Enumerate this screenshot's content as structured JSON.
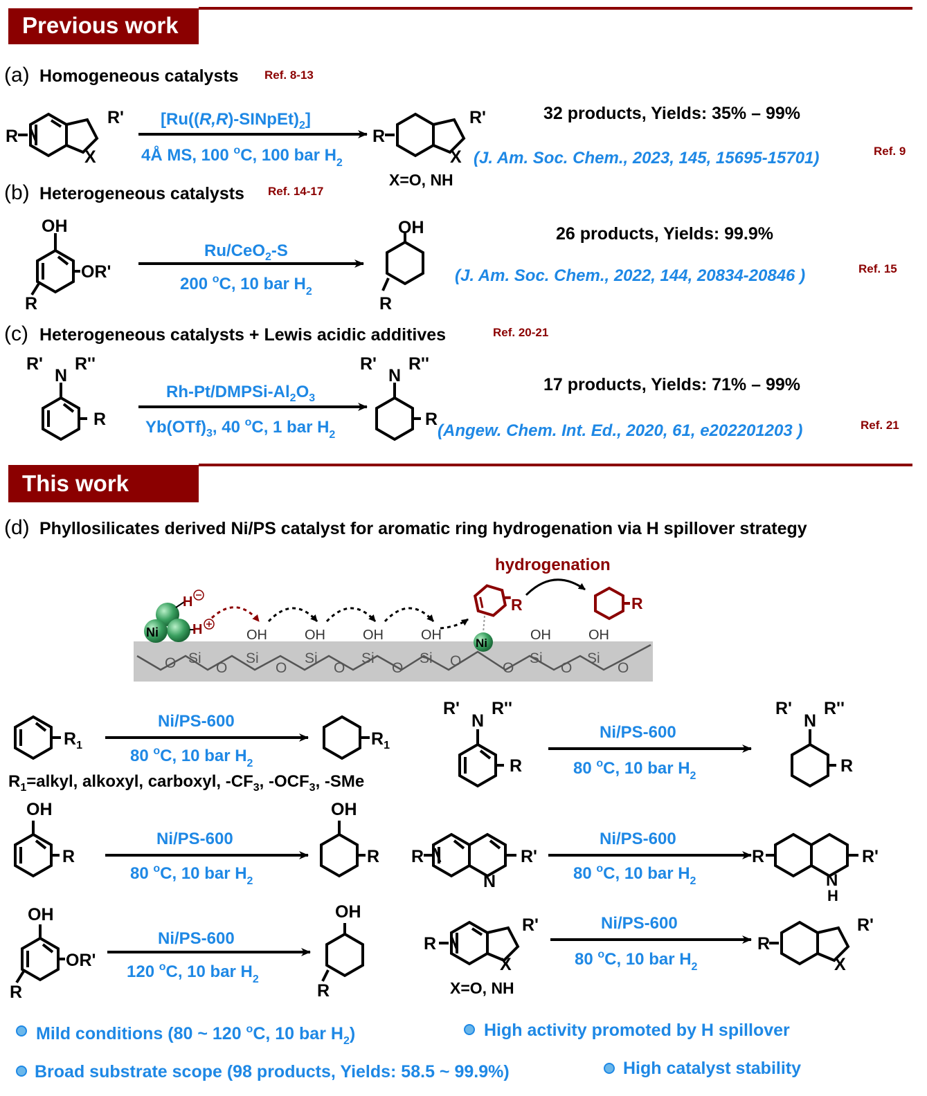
{
  "previous": {
    "header": "Previous work",
    "a": {
      "label": "(a)",
      "title": "Homogeneous catalysts",
      "ref": "Ref. 8-13",
      "catalyst_pre": "[Ru((",
      "catalyst_it": "R,R",
      "catalyst_post": ")-SINpEt)",
      "catalyst_sub": "2",
      "catalyst_end": "]",
      "cond_pre": "4Å MS, 100 ",
      "cond_sup": "o",
      "cond_mid": "C, 100 bar H",
      "cond_sub": "2",
      "xnote": "X=O, NH",
      "summary": "32 products, Yields: 35% – 99%",
      "citation": "(J. Am. Soc. Chem., 2023, 145, 15695-15701)",
      "cite_ref": "Ref. 9"
    },
    "b": {
      "label": "(b)",
      "title": "Heterogeneous catalysts",
      "ref": "Ref. 14-17",
      "catalyst_pre": "Ru/CeO",
      "catalyst_sub": "2",
      "catalyst_post": "-S",
      "cond_pre": "200 ",
      "cond_sup": "o",
      "cond_mid": "C, 10 bar H",
      "cond_sub": "2",
      "summary": "26 products, Yields: 99.9%",
      "citation": "(J. Am. Soc. Chem., 2022, 144, 20834-20846 )",
      "cite_ref": "Ref. 15"
    },
    "c": {
      "label": "(c)",
      "title": "Heterogeneous catalysts + Lewis acidic additives",
      "ref": "Ref. 20-21",
      "catalyst_pre": "Rh-Pt/DMPSi-Al",
      "catalyst_sub": "2",
      "catalyst_mid": "O",
      "catalyst_sub2": "3",
      "cond_pre": "Yb(OTf)",
      "cond_sub0": "3",
      "cond_a": ", 40 ",
      "cond_sup": "o",
      "cond_mid": "C, 1 bar H",
      "cond_sub": "2",
      "summary": "17 products, Yields: 71% – 99%",
      "citation": "(Angew. Chem. Int. Ed., 2020, 61, e202201203 )",
      "cite_ref": "Ref. 21"
    }
  },
  "this": {
    "header": "This work",
    "d": {
      "label": "(d)",
      "title": "Phyllosilicates derived Ni/PS catalyst for aromatic ring hydrogenation via H spillover strategy"
    },
    "mechanism": {
      "hydrogenation": "hydrogenation",
      "ni": "Ni",
      "h_minus": "H",
      "h_plus": "H",
      "oh": "OH",
      "si": "Si",
      "o": "O"
    },
    "catalyst": "Ni/PS-600",
    "cond80_pre": "80 ",
    "cond120_pre": "120 ",
    "sup": "o",
    "cond_mid": "C, 10 bar H",
    "sub": "2",
    "r1_note": "R",
    "r1_note_sub": "1",
    "r1_note_rest": "=alkyl, alkoxyl, carboxyl, -CF",
    "r1_note_sub2": "3",
    "r1_note_rest2": ",  -OCF",
    "r1_note_sub3": "3",
    "r1_note_end": ", -SMe",
    "xnote": "X=O, NH",
    "features": [
      {
        "text": "Mild conditions (80 ~ 120 ",
        "sup": "o",
        "text2": "C, 10 bar H",
        "sub": "2",
        "end": ")"
      },
      {
        "text": "High activity promoted by H spillover"
      },
      {
        "text": "Broad substrate scope (98 products, Yields: 58.5 ~ 99.9%)"
      },
      {
        "text": "High catalyst stability"
      }
    ]
  },
  "labels": {
    "R": "R",
    "Rp": "R'",
    "Rpp": "R''",
    "R1": "R",
    "R1sub": "1",
    "X": "X",
    "OH": "OH",
    "ORp": "OR'",
    "N": "N",
    "NH_N": "N",
    "NH_H": "H"
  },
  "colors": {
    "header": "#8b0000",
    "blue": "#1e88e5",
    "red": "#8b0000",
    "green": "#2e8b57",
    "gray": "#c8c8c8"
  }
}
